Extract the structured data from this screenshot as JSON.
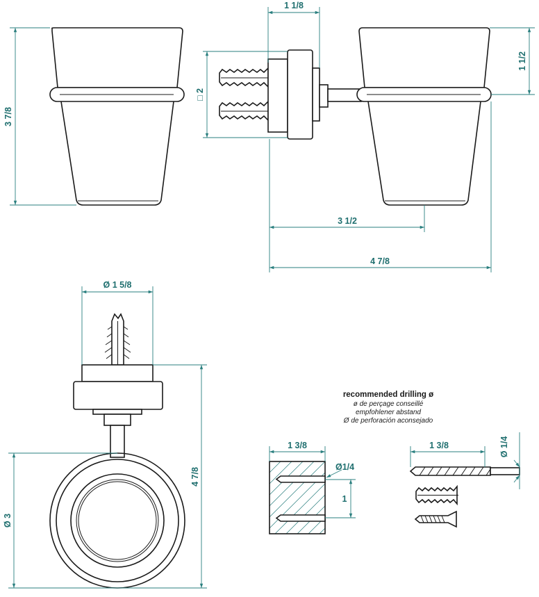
{
  "dimensions": {
    "height_total": "3 7/8",
    "bracket_depth": "1 1/8",
    "cup_top_height": "1 1/2",
    "plate_size": "□ 2",
    "cup_offset": "3 1/2",
    "total_depth": "4 7/8",
    "base_diameter": "Ø  1 5/8",
    "cup_diameter": "Ø  3",
    "top_view_depth": "4 7/8"
  },
  "drilling": {
    "title": "recommended drilling ø",
    "lines": [
      "ø de perçage conseillé",
      "empfohlener abstand",
      "Ø de perforación aconsejado"
    ],
    "block_depth": "1 3/8",
    "hole_diameter": "Ø1/4",
    "hole_spacing": "1",
    "drill_length": "1 3/8",
    "drill_diameter": "Ø 1/4"
  },
  "colors": {
    "line": "#1a1a1a",
    "dimension": "#2a7f7f"
  }
}
